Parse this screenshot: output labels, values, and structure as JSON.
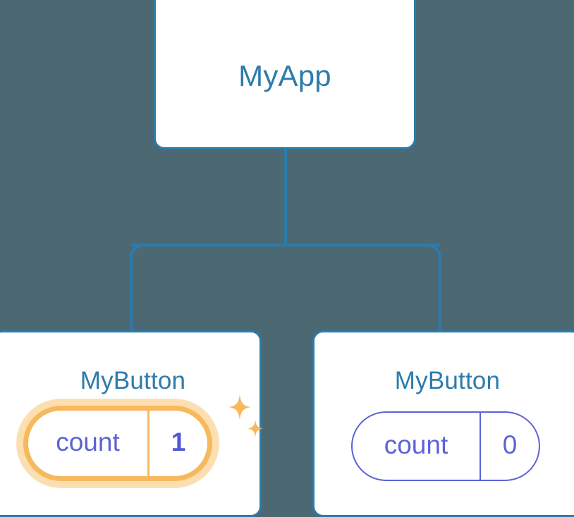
{
  "diagram": {
    "type": "component-tree",
    "background_color": "#4b6873",
    "edge_color": "#2d7bab",
    "card_border_color": "#2d7bab",
    "card_background": "#ffffff",
    "title_color": "#2d7bab",
    "prop_color": "#5b63d6",
    "highlight_color": "#f8b85c",
    "highlight_glow_color": "#fbdfb0",
    "sparkle_color": "#f8b85c"
  },
  "nodes": {
    "root": {
      "title": "MyApp"
    },
    "child_left": {
      "title": "MyButton",
      "prop": {
        "key": "count",
        "value": "1"
      },
      "highlighted": true,
      "sparkle_large": "sparkle-icon",
      "sparkle_small": "sparkle-icon"
    },
    "child_right": {
      "title": "MyButton",
      "prop": {
        "key": "count",
        "value": "0"
      },
      "highlighted": false
    }
  },
  "edges": [
    {
      "from": "root",
      "to": "child_left"
    },
    {
      "from": "root",
      "to": "child_right"
    }
  ]
}
